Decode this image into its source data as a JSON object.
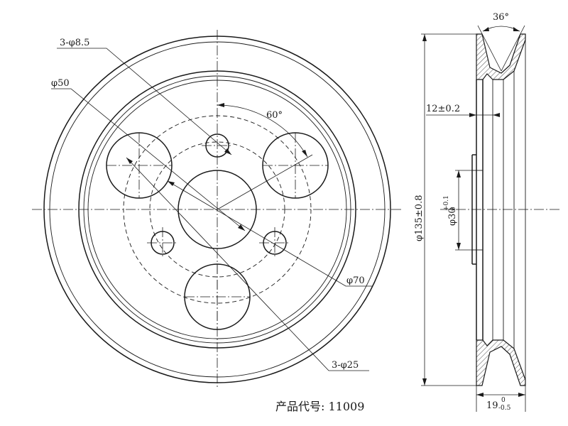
{
  "front_view": {
    "small_hole_label": "3-φ8.5",
    "hub_label": "φ50",
    "angle_label": "60°",
    "bolt_circle_label": "φ70",
    "large_hole_label": "3-φ25"
  },
  "side_view": {
    "groove_angle_label": "36°",
    "flange_label": "12±0.2",
    "outer_diameter_label": "φ135±0.8",
    "bore_label": "φ30",
    "bore_tol_upper": "+0.1",
    "bore_tol_lower": "0",
    "width_label": "19",
    "width_tol_upper": "0",
    "width_tol_lower": "-0.5"
  },
  "product_code_label": "产品代号: 11009"
}
